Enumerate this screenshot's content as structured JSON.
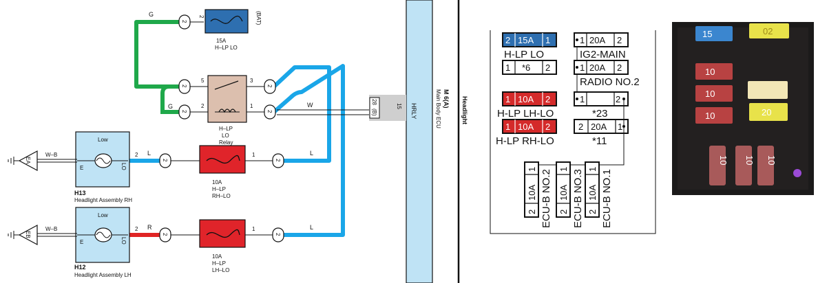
{
  "wiring": {
    "fuse_15a": {
      "rating": "15A",
      "name": "H–LP LO",
      "source": "(BAT)",
      "pin": "2"
    },
    "wire_colors": {
      "g1": "G",
      "g2": "G",
      "w": "W",
      "l1": "L",
      "l2": "L",
      "wb1": "W–B",
      "wb2": "W–B",
      "r": "R"
    },
    "relay": {
      "line1": "H–LP",
      "line2": "LO",
      "line3": "Relay",
      "pins": [
        "5",
        "3",
        "2",
        "1"
      ]
    },
    "conn_pin": "2",
    "fuse_rh": {
      "rating": "10A",
      "line1": "H–LP",
      "line2": "RH–LO",
      "pin": "1"
    },
    "fuse_lh": {
      "rating": "10A",
      "line1": "H–LP",
      "line2": "LH–LO",
      "pin": "1"
    },
    "h13": {
      "code": "H13",
      "name": "Headlight Assembly RH",
      "mode": "Low",
      "pin_e": "E",
      "pin_lo": "LO",
      "pin_num": "2",
      "ground": "EA"
    },
    "h12": {
      "code": "H12",
      "name": "Headlight Assembly LH",
      "mode": "Low",
      "pin_e": "E",
      "pin_lo": "LO",
      "pin_num": "2",
      "ground": "EB"
    },
    "ecu": {
      "pin_a": "28",
      "pin_b": "15",
      "conn": "(B)",
      "code": "M 6(A)",
      "name": "Main Body ECU",
      "signal": "HRLY"
    },
    "section_label": "Headlight"
  },
  "fusebox": {
    "left_fuses": [
      {
        "p1": "2",
        "rating": "15A",
        "p2": "1",
        "color": "#2e6fb0",
        "label": "H-LP LO"
      },
      {
        "p1": "1",
        "rating": "*6",
        "p2": "2",
        "color": "#ffffff",
        "label": ""
      },
      {
        "p1": "1",
        "rating": "10A",
        "p2": "2",
        "color": "#d42a2a",
        "label": "H-LP LH-LO"
      },
      {
        "p1": "1",
        "rating": "10A",
        "p2": "2",
        "color": "#d42a2a",
        "label": "H-LP RH-LO"
      }
    ],
    "right_fuses": [
      {
        "p1": "1",
        "rating": "20A",
        "p2": "2",
        "label": "IG2-MAIN"
      },
      {
        "p1": "1",
        "rating": "20A",
        "p2": "2",
        "label": "RADIO NO.2"
      },
      {
        "p1": "1",
        "rating": "",
        "p2": "2",
        "label": "*23"
      },
      {
        "p1": "2",
        "rating": "20A",
        "p2": "1",
        "label": "*11"
      }
    ],
    "vertical_fuses": [
      {
        "p1": "2",
        "rating": "10A",
        "p2": "1",
        "label": "ECU-B NO.2"
      },
      {
        "p1": "2",
        "rating": "10A",
        "p2": "1",
        "label": "ECU-B NO.3"
      },
      {
        "p1": "2",
        "rating": "10A",
        "p2": "1",
        "label": "ECU-B NO.1"
      }
    ]
  },
  "photo": {
    "fuse_labels": [
      "15",
      "02",
      "10",
      "10",
      "20",
      "10",
      "10",
      "10",
      "10"
    ]
  }
}
